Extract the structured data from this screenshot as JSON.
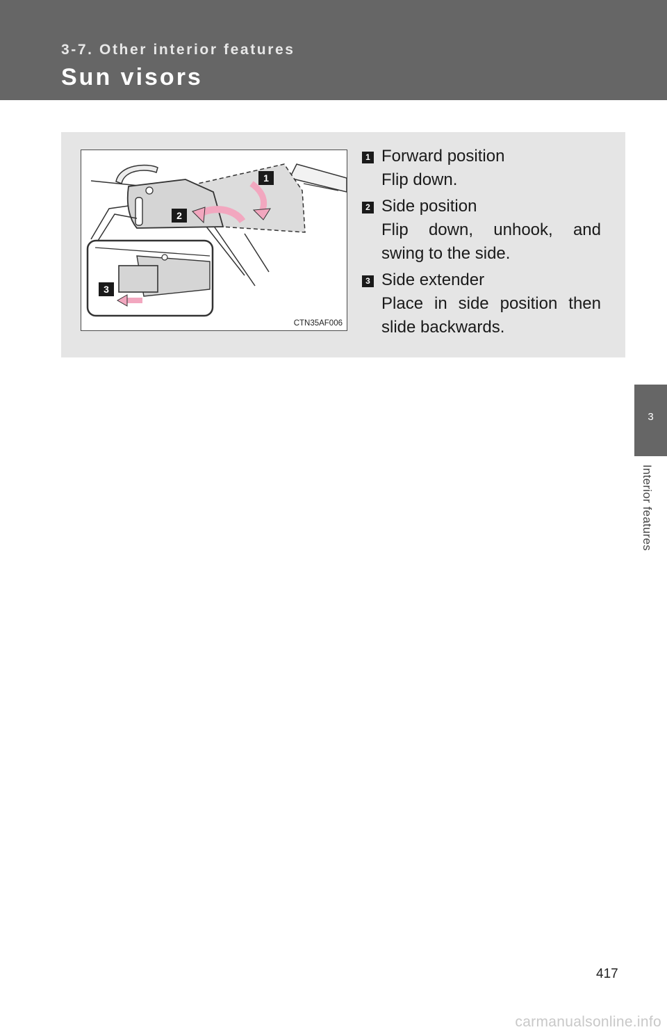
{
  "header": {
    "section_label": "3-7. Other interior features",
    "title": "Sun visors"
  },
  "figure": {
    "code": "CTN35AF006",
    "callouts": [
      "1",
      "2",
      "3"
    ],
    "arrow_color": "#f2a7bf",
    "visor_color": "#d5d5d5"
  },
  "steps": [
    {
      "number": "1",
      "title": "Forward position",
      "description": "Flip down."
    },
    {
      "number": "2",
      "title": "Side position",
      "description": "Flip down, unhook, and swing to the side."
    },
    {
      "number": "3",
      "title": "Side extender",
      "description": "Place in side position then slide backwards."
    }
  ],
  "side_tab": {
    "chapter_number": "3",
    "chapter_label": "Interior features"
  },
  "footer": {
    "page_number": "417",
    "watermark": "carmanualsonline.info"
  }
}
